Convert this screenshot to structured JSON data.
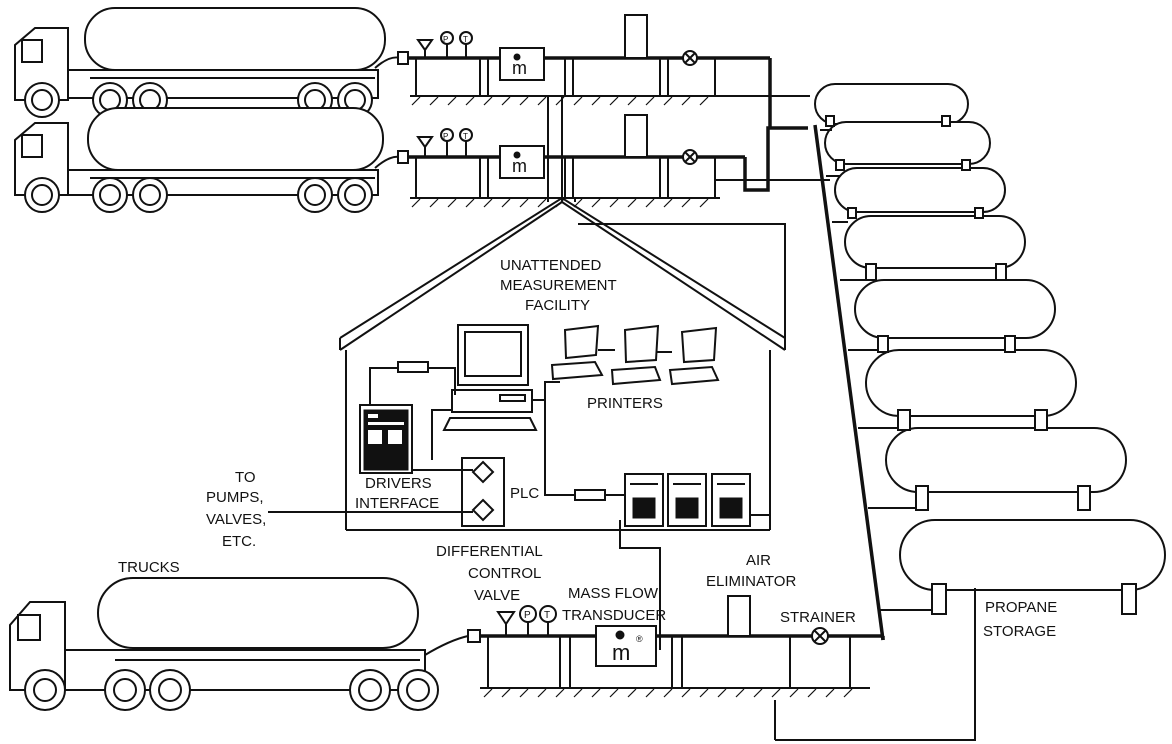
{
  "labels": {
    "facility": [
      "UNATTENDED",
      "MEASUREMENT",
      "FACILITY"
    ],
    "printers": "PRINTERS",
    "drivers_interface": [
      "DRIVERS",
      "INTERFACE"
    ],
    "plc": "PLC",
    "to_pumps": [
      "TO",
      "PUMPS,",
      "VALVES,",
      "ETC."
    ],
    "trucks": "TRUCKS",
    "differential_control_valve": [
      "DIFFERENTIAL",
      "CONTROL",
      "VALVE"
    ],
    "mass_flow_transducer": [
      "MASS FLOW",
      "TRANSDUCER"
    ],
    "air_eliminator": [
      "AIR",
      "ELIMINATOR"
    ],
    "strainer": "STRAINER",
    "propane_storage": [
      "PROPANE",
      "STORAGE"
    ],
    "pressure_gauge_letter": "P",
    "temperature_gauge_letter": "T",
    "meter_letter": "m",
    "registered_mark": "®"
  }
}
